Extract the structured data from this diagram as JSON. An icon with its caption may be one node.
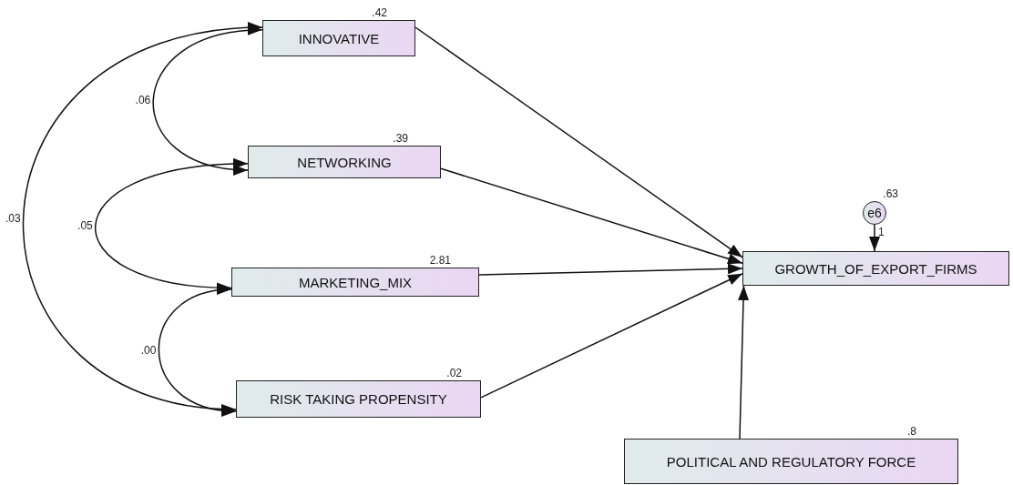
{
  "diagram": {
    "nodes": [
      {
        "text": [
          "INNOVATIVE"
        ],
        "beside": [
          ".42"
        ]
      },
      {
        "text": [
          "NETWORKING"
        ],
        "beside": [
          ".39"
        ]
      },
      {
        "text": [
          "MARKETING_MIX"
        ],
        "beside": [
          "2.81"
        ]
      },
      {
        "text": [
          "RISK TAKING PROPENSITY"
        ],
        "beside": [
          ".02"
        ]
      },
      {
        "text": [
          "GROWTH_OF_EXPORT_FIRMS"
        ]
      },
      {
        "text": [
          "POLITICAL AND REGULATORY FORCE"
        ],
        "beside": [
          ".8"
        ]
      },
      {
        "text": [
          "e6"
        ],
        "beside": [
          ".63"
        ]
      }
    ],
    "edges": [
      {
        "from": 0,
        "to": 4,
        "arrow": "to"
      },
      {
        "from": 1,
        "to": 4,
        "arrow": "to"
      },
      {
        "from": 2,
        "to": 4,
        "arrow": "to"
      },
      {
        "from": 3,
        "to": 4,
        "arrow": "to"
      },
      {
        "from": 5,
        "to": 4,
        "arrow": "to"
      },
      {
        "from": 6,
        "to": 4,
        "arrow": "to",
        "label": "1"
      },
      {
        "from": 0,
        "to": 1,
        "arrow": "both",
        "label": ".06"
      },
      {
        "from": 1,
        "to": 2,
        "arrow": "both",
        "label": ".05"
      },
      {
        "from": 2,
        "to": 3,
        "arrow": "both",
        "label": ".00"
      },
      {
        "from": 0,
        "to": 3,
        "arrow": "both",
        "label": ".03"
      }
    ]
  }
}
